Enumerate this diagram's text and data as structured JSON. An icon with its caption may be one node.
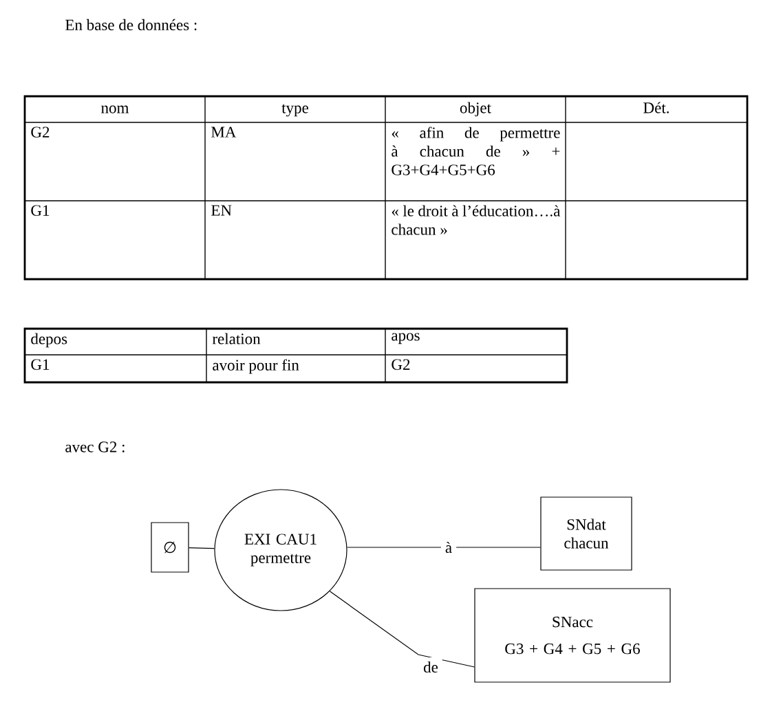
{
  "diagram": {
    "title": "En base de données :",
    "nodes": [
      {
        "text": [
          "∅"
        ]
      },
      {
        "text": [
          "EXI CAU1 permettre"
        ]
      },
      {
        "text": [
          "SNdat chacun"
        ]
      },
      {
        "text": [
          "SNacc",
          "G3 + G4 + G5 + G6"
        ]
      }
    ],
    "edges": [
      {
        "from": 0,
        "to": 1,
        "arrow": "none"
      },
      {
        "from": 1,
        "to": 2,
        "arrow": "none",
        "label": "à"
      },
      {
        "from": 1,
        "to": 3,
        "arrow": "none",
        "label": "de"
      }
    ],
    "labels": [
      "nom",
      "type",
      "objet",
      "Dét.",
      "G2",
      "MA",
      "« afin de permettre à chacun de » + G3+G4+G5+G6",
      "G1",
      "EN",
      "« le droit à l’éducation….à chacun »",
      "depos",
      "relation",
      "apos",
      "G1",
      "avoir pour fin",
      "G2",
      "avec G2 :"
    ]
  }
}
